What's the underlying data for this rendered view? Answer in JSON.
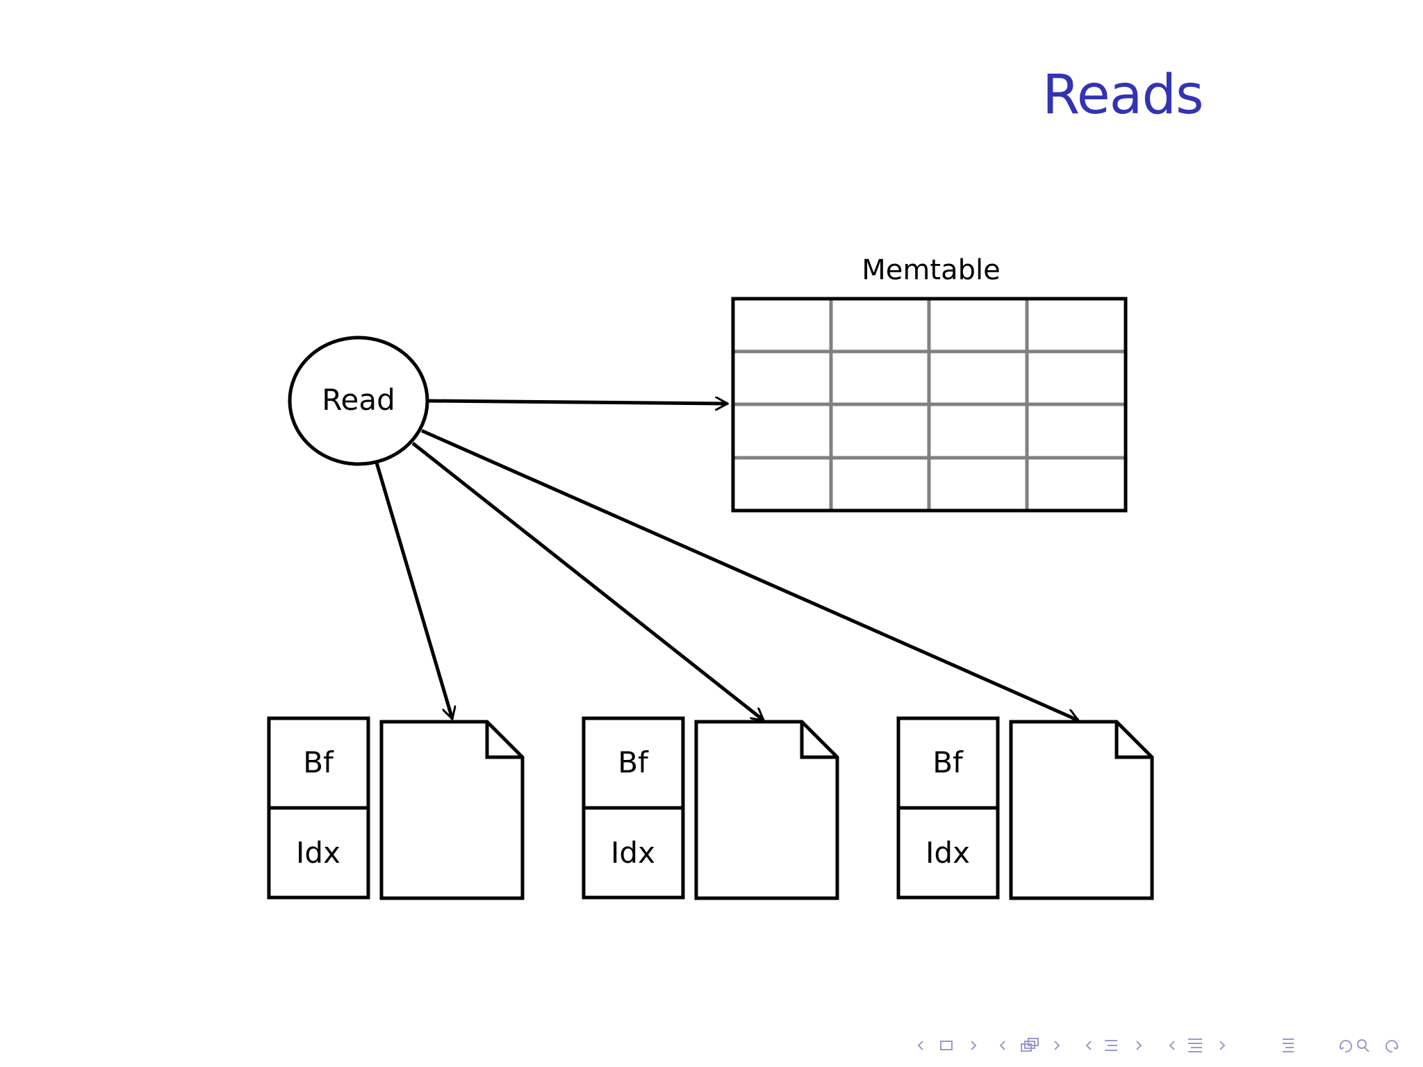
{
  "slide": {
    "title": "Reads"
  },
  "diagram": {
    "read_node_label": "Read",
    "memtable_label": "Memtable",
    "sstables": [
      {
        "bloom_filter_label": "Bf",
        "index_label": "Idx"
      },
      {
        "bloom_filter_label": "Bf",
        "index_label": "Idx"
      },
      {
        "bloom_filter_label": "Bf",
        "index_label": "Idx"
      }
    ]
  },
  "navigation": {
    "controls": [
      "nav-slide-first-icon",
      "nav-frame-icon",
      "nav-subsection-icon",
      "nav-section-icon",
      "nav-document-icon",
      "nav-search-icon"
    ]
  },
  "colors": {
    "title": "#3333b3",
    "navigation": "#9999cc",
    "grid_lines": "#808080",
    "stroke": "#000000"
  }
}
